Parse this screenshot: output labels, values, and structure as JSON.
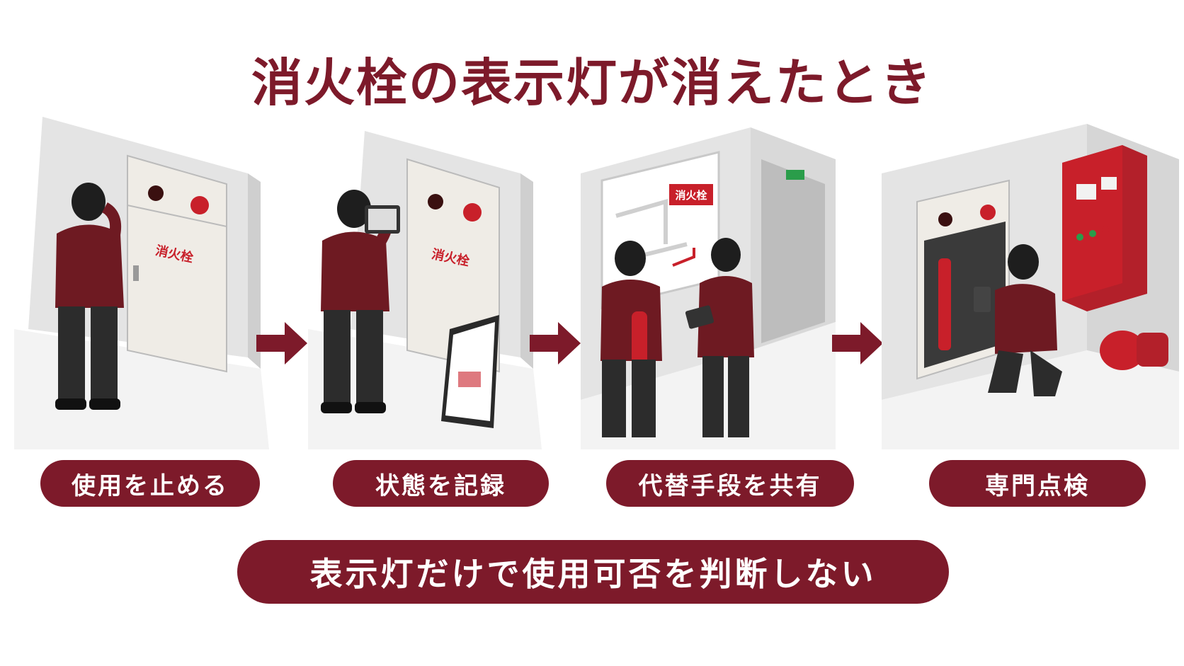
{
  "title": "消火栓の表示灯が消えたとき",
  "colors": {
    "maroon": "#7d1a2a",
    "red": "#c8202a",
    "uniform": "#6e1a22",
    "wall": "#e8e8e8",
    "floor": "#f2f2f2",
    "cabinet": "#efece6",
    "pants": "#2c2c2c"
  },
  "steps": [
    {
      "label": "使用を止める",
      "scene": "person-looking-at-cabinet",
      "cabinet_label": "消火栓"
    },
    {
      "label": "状態を記録",
      "scene": "person-photographing-cabinet",
      "cabinet_label": "消火栓"
    },
    {
      "label": "代替手段を共有",
      "scene": "two-staff-discussing-with-extinguisher",
      "sign_label": "消火栓"
    },
    {
      "label": "専門点検",
      "scene": "technician-inspecting-pump-panel"
    }
  ],
  "banner": "表示灯だけで使用可否を判断しない"
}
